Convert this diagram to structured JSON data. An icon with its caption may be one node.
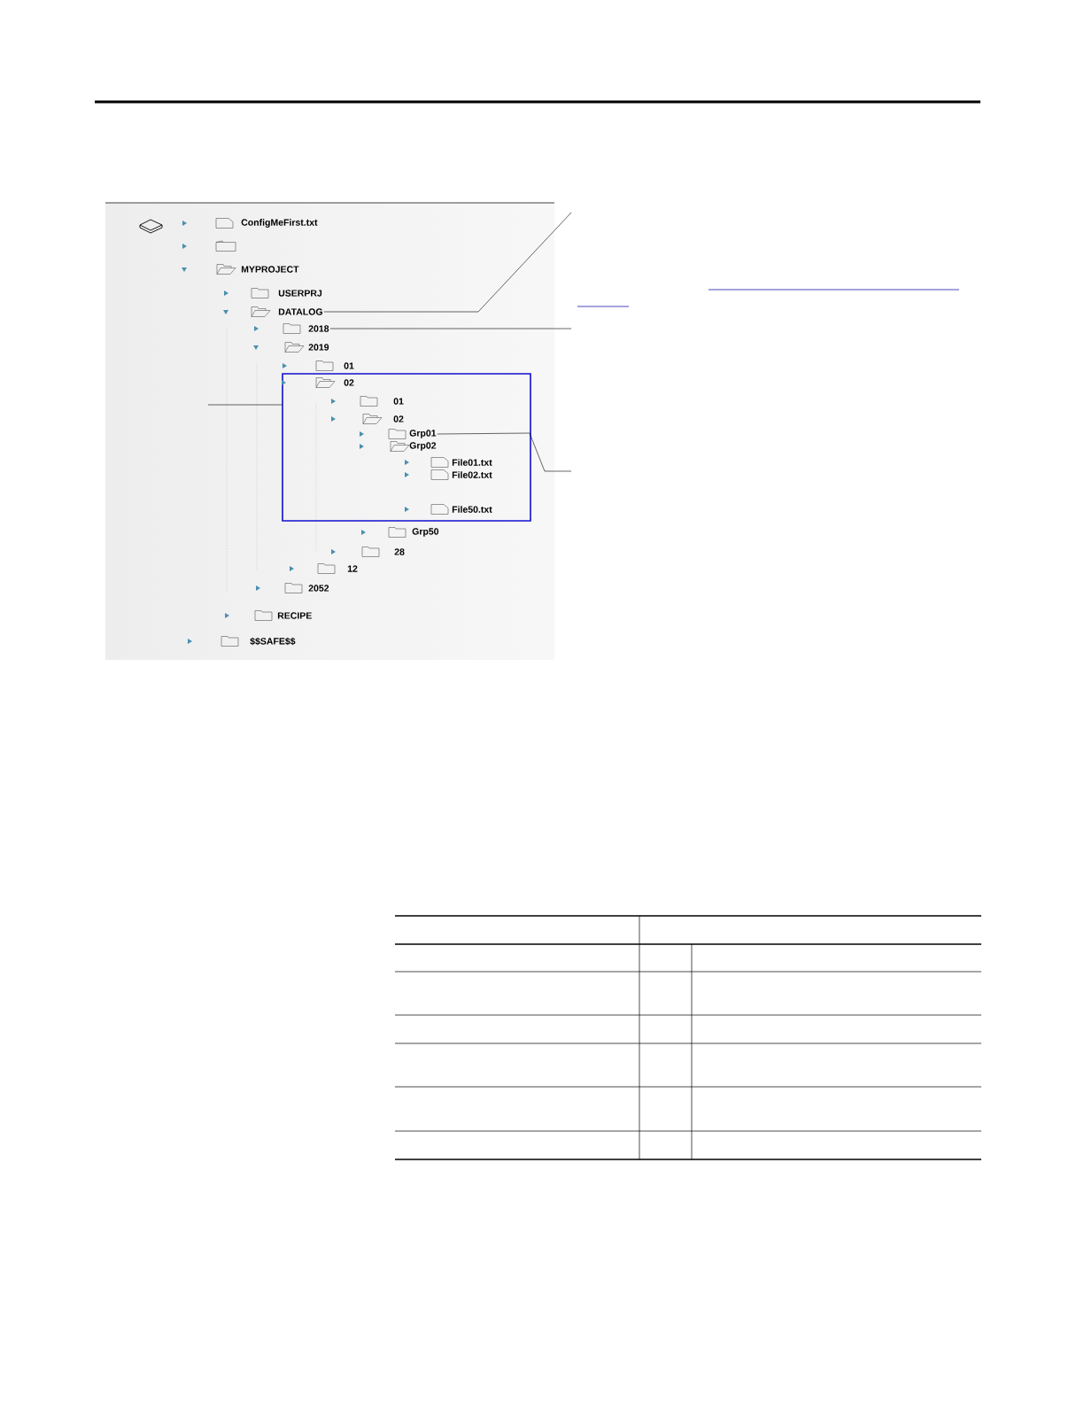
{
  "diagram": {
    "nodes": [
      {
        "text": [
          "ConfigMeFirst.txt"
        ]
      },
      {
        "text": [],
        "shape": "folder"
      },
      {
        "text": [
          "MYPROJECT"
        ]
      },
      {
        "text": [
          "USERPRJ"
        ]
      },
      {
        "text": [
          "DATALOG"
        ]
      },
      {
        "text": [
          "2018"
        ]
      },
      {
        "text": [
          "2019"
        ]
      },
      {
        "text": [
          "01"
        ]
      },
      {
        "text": [],
        "shape": "box"
      },
      {
        "text": [
          "02"
        ],
        "in": 8
      },
      {
        "text": [
          "01"
        ],
        "in": 8
      },
      {
        "text": [
          "02"
        ],
        "in": 8
      },
      {
        "text": [
          "Grp01"
        ],
        "in": 8
      },
      {
        "text": [
          "Grp02"
        ],
        "in": 8
      },
      {
        "text": [
          "File01.txt"
        ],
        "in": 8
      },
      {
        "text": [
          "File02.txt"
        ],
        "in": 8
      },
      {
        "text": [
          "File50.txt"
        ],
        "in": 8
      },
      {
        "text": [
          "Grp50"
        ]
      },
      {
        "text": [
          "28"
        ]
      },
      {
        "text": [
          "12"
        ]
      },
      {
        "text": [
          "2052"
        ]
      },
      {
        "text": [
          "RECIPE"
        ]
      },
      {
        "text": [
          "$$SAFE$$"
        ]
      }
    ],
    "edges": [
      {
        "from": 4,
        "to": null,
        "arrow": "none"
      },
      {
        "from": 5,
        "to": null,
        "arrow": "none"
      },
      {
        "from": 12,
        "to": null,
        "arrow": "none"
      },
      {
        "from": null,
        "to": 8,
        "arrow": "none"
      }
    ]
  }
}
